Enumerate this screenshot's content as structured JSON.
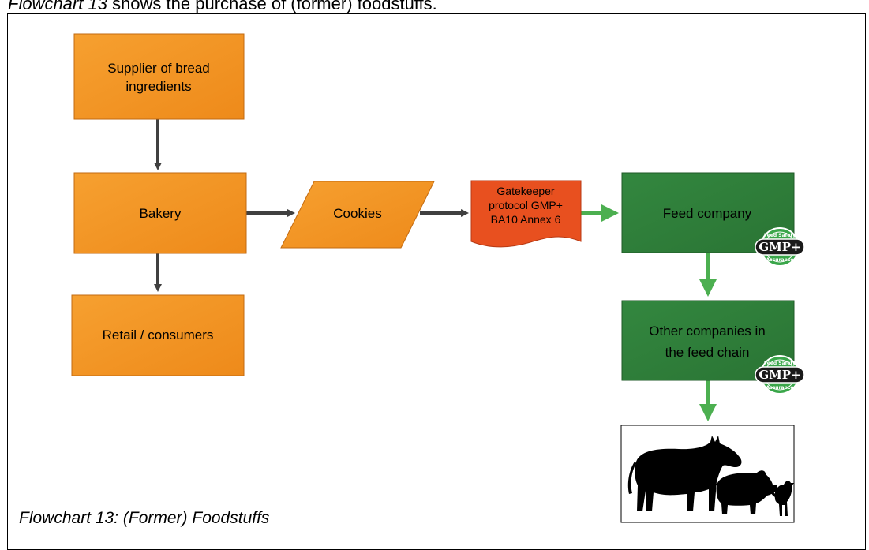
{
  "intro": {
    "prefix": "Flowchart 13",
    "suffix": " shows the purchase of (former) foodstuffs."
  },
  "caption": "Flowchart 13: (Former) Foodstuffs",
  "nodes": {
    "supplier": {
      "line1": "Supplier of bread",
      "line2": "ingredients"
    },
    "bakery": {
      "label": "Bakery"
    },
    "retail": {
      "label": "Retail / consumers"
    },
    "cookies": {
      "label": "Cookies"
    },
    "gatekeeper": {
      "line1": "Gatekeeper",
      "line2": "protocol GMP+",
      "line3": "BA10 Annex 6"
    },
    "feed_company": {
      "label": "Feed company"
    },
    "other_companies": {
      "line1": "Other companies in",
      "line2": "the feed chain"
    }
  },
  "badge": {
    "text": "GMP+",
    "ring_top": "Feed Safety",
    "ring_bottom": "Assurance"
  },
  "colors": {
    "orange_fill": "#f39021",
    "orange_stroke": "#c26a10",
    "red_fill": "#e8501f",
    "green_fill": "#2e7d3a",
    "green_arrow": "#4caf50",
    "grey_arrow": "#404040"
  },
  "icons": {
    "animals": "cow-pig-chicken-silhouettes"
  }
}
